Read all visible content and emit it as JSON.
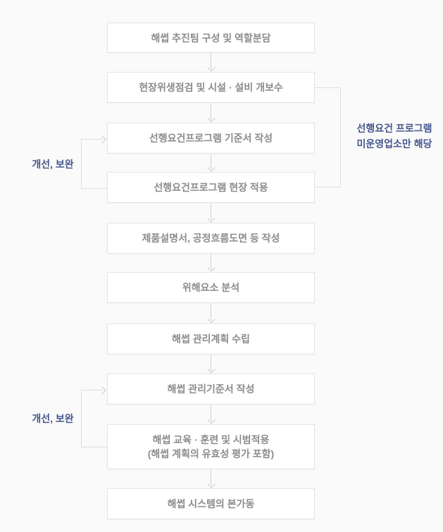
{
  "page": {
    "background_color": "#fafafa",
    "accent_blue": "#46578d",
    "box_border_color": "#e4e4e4",
    "box_text_color": "#8c8c8c",
    "arrow_color": "#cfcfcf"
  },
  "flowchart": {
    "steps": [
      {
        "label": "해썹 추진팀 구성 및 역할분담"
      },
      {
        "label": "현장위생점검 및 시설 · 설비 개보수"
      },
      {
        "label": "선행요건프로그램 기준서 작성"
      },
      {
        "label": "선행요건프로그램 현장 적용"
      },
      {
        "label": "제품설명서, 공정흐름도면 등 작성"
      },
      {
        "label": "위해요소 분석"
      },
      {
        "label": "해썹 관리계획 수립"
      },
      {
        "label": "해썹 관리기준서 작성"
      },
      {
        "label": "해썹 교육 · 훈련 및 시범적용",
        "sublabel": "(해썹 계획의 유효성 평가 포함)"
      },
      {
        "label": "해썹 시스템의 본가동"
      }
    ],
    "annotations": {
      "improve_feedback_1": "개선, 보완",
      "improve_feedback_2": "개선, 보완",
      "right_note": {
        "lines": [
          "선행요건 프로그램",
          "미운영업소만 해당"
        ]
      }
    }
  }
}
